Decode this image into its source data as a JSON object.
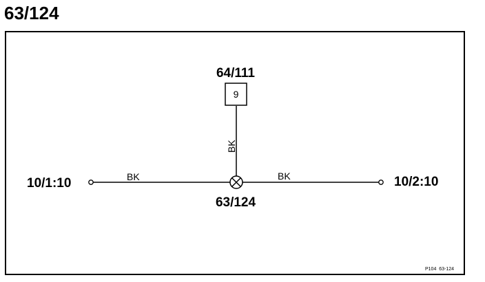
{
  "page_title": "63/124",
  "diagram": {
    "connector_top": {
      "label": "64/111",
      "pin": "9"
    },
    "splice": {
      "label": "63/124"
    },
    "left_terminal": {
      "label": "10/1:10"
    },
    "right_terminal": {
      "label": "10/2:10"
    },
    "wires": {
      "left": "BK",
      "right": "BK",
      "vertical": "BK"
    },
    "reference": "P104  63-124"
  }
}
